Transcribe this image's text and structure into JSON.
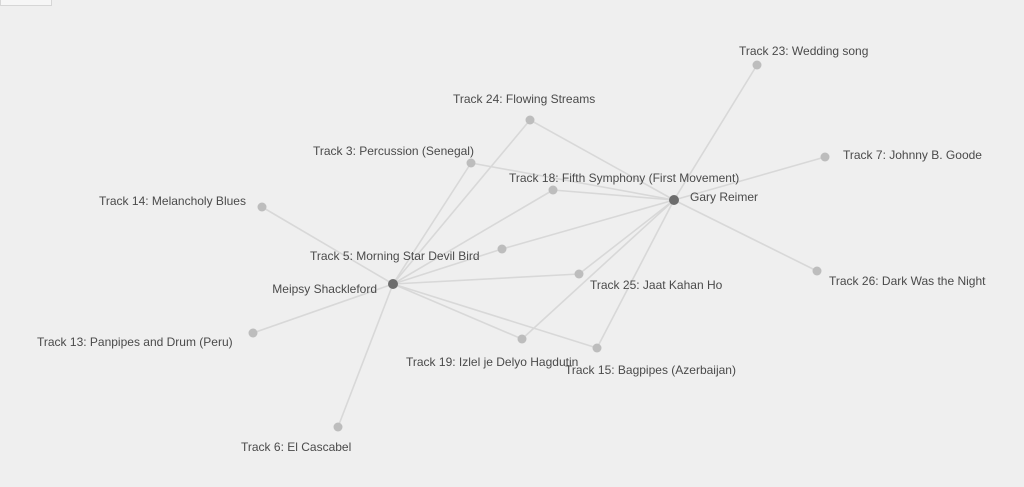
{
  "graph": {
    "nodes": [
      {
        "id": "meipsy",
        "label": "Meipsy Shackleford",
        "kind": "person"
      },
      {
        "id": "gary",
        "label": "Gary Reimer",
        "kind": "person"
      },
      {
        "id": "t23",
        "label": "Track 23: Wedding song",
        "kind": "track"
      },
      {
        "id": "t24",
        "label": "Track 24: Flowing Streams",
        "kind": "track"
      },
      {
        "id": "t3",
        "label": "Track 3: Percussion (Senegal)",
        "kind": "track"
      },
      {
        "id": "t18",
        "label": "Track 18: Fifth Symphony (First Movement)",
        "kind": "track"
      },
      {
        "id": "t7",
        "label": "Track 7: Johnny B. Goode",
        "kind": "track"
      },
      {
        "id": "t14",
        "label": "Track 14: Melancholy Blues",
        "kind": "track"
      },
      {
        "id": "t5",
        "label": "Track 5: Morning Star Devil Bird",
        "kind": "track"
      },
      {
        "id": "t25",
        "label": "Track 25: Jaat Kahan Ho",
        "kind": "track"
      },
      {
        "id": "t26",
        "label": "Track 26: Dark Was the Night",
        "kind": "track"
      },
      {
        "id": "t13",
        "label": "Track 13: Panpipes and Drum (Peru)",
        "kind": "track"
      },
      {
        "id": "t19",
        "label": "Track 19: Izlel je Delyo Hagdutin",
        "kind": "track"
      },
      {
        "id": "t15",
        "label": "Track 15: Bagpipes (Azerbaijan)",
        "kind": "track"
      },
      {
        "id": "t6",
        "label": "Track 6: El Cascabel",
        "kind": "track"
      }
    ],
    "links": [
      {
        "source": "meipsy",
        "target": "t24"
      },
      {
        "source": "meipsy",
        "target": "t3"
      },
      {
        "source": "meipsy",
        "target": "t18"
      },
      {
        "source": "meipsy",
        "target": "t14"
      },
      {
        "source": "meipsy",
        "target": "t5"
      },
      {
        "source": "meipsy",
        "target": "t25"
      },
      {
        "source": "meipsy",
        "target": "t13"
      },
      {
        "source": "meipsy",
        "target": "t19"
      },
      {
        "source": "meipsy",
        "target": "t15"
      },
      {
        "source": "meipsy",
        "target": "t6"
      },
      {
        "source": "gary",
        "target": "t23"
      },
      {
        "source": "gary",
        "target": "t24"
      },
      {
        "source": "gary",
        "target": "t3"
      },
      {
        "source": "gary",
        "target": "t18"
      },
      {
        "source": "gary",
        "target": "t7"
      },
      {
        "source": "gary",
        "target": "t5"
      },
      {
        "source": "gary",
        "target": "t25"
      },
      {
        "source": "gary",
        "target": "t26"
      },
      {
        "source": "gary",
        "target": "t19"
      },
      {
        "source": "gary",
        "target": "t15"
      }
    ]
  },
  "colors": {
    "background": "#efefef",
    "link": "#d8d8d8",
    "track_node": "#bdbdbd",
    "person_node": "#6d6d6d",
    "label": "#4a4a4a"
  }
}
